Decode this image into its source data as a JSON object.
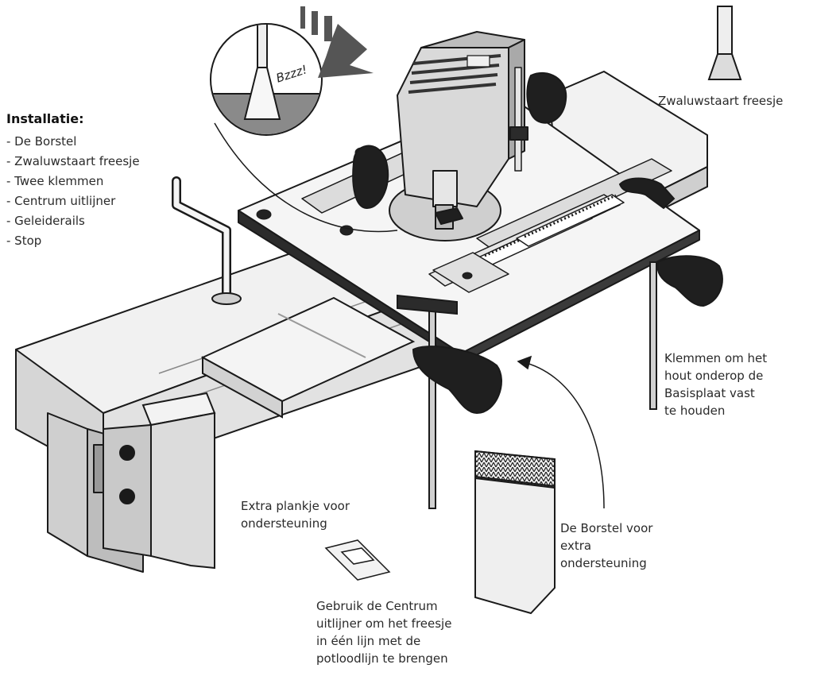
{
  "installation": {
    "title": "Installatie:",
    "items": [
      "- De Borstel",
      "- Zwaluwstaart freesje",
      "- Twee klemmen",
      "- Centrum uitlijner",
      "- Geleiderails",
      "- Stop"
    ]
  },
  "sound_effect": "Bzzz!",
  "callouts": {
    "dovetail_bit": [
      "Zwaluwstaart freesje"
    ],
    "clamps": [
      "Klemmen om het",
      "hout onderop de",
      "Basisplaat vast",
      "te houden"
    ],
    "extra_board": [
      "Extra plankje voor",
      "ondersteuning"
    ],
    "brush": [
      "De Borstel voor",
      "extra",
      "ondersteuning"
    ],
    "centering": [
      "Gebruik de Centrum",
      "uitlijner om het freesje",
      "in één lijn met de",
      "potloodlijn te brengen"
    ]
  },
  "colors": {
    "line": "#1a1a1a",
    "metal": "#eaeaea",
    "shade": "#c8c8c8",
    "dark": "#2b2b2b",
    "router": "#d9d9d9"
  }
}
